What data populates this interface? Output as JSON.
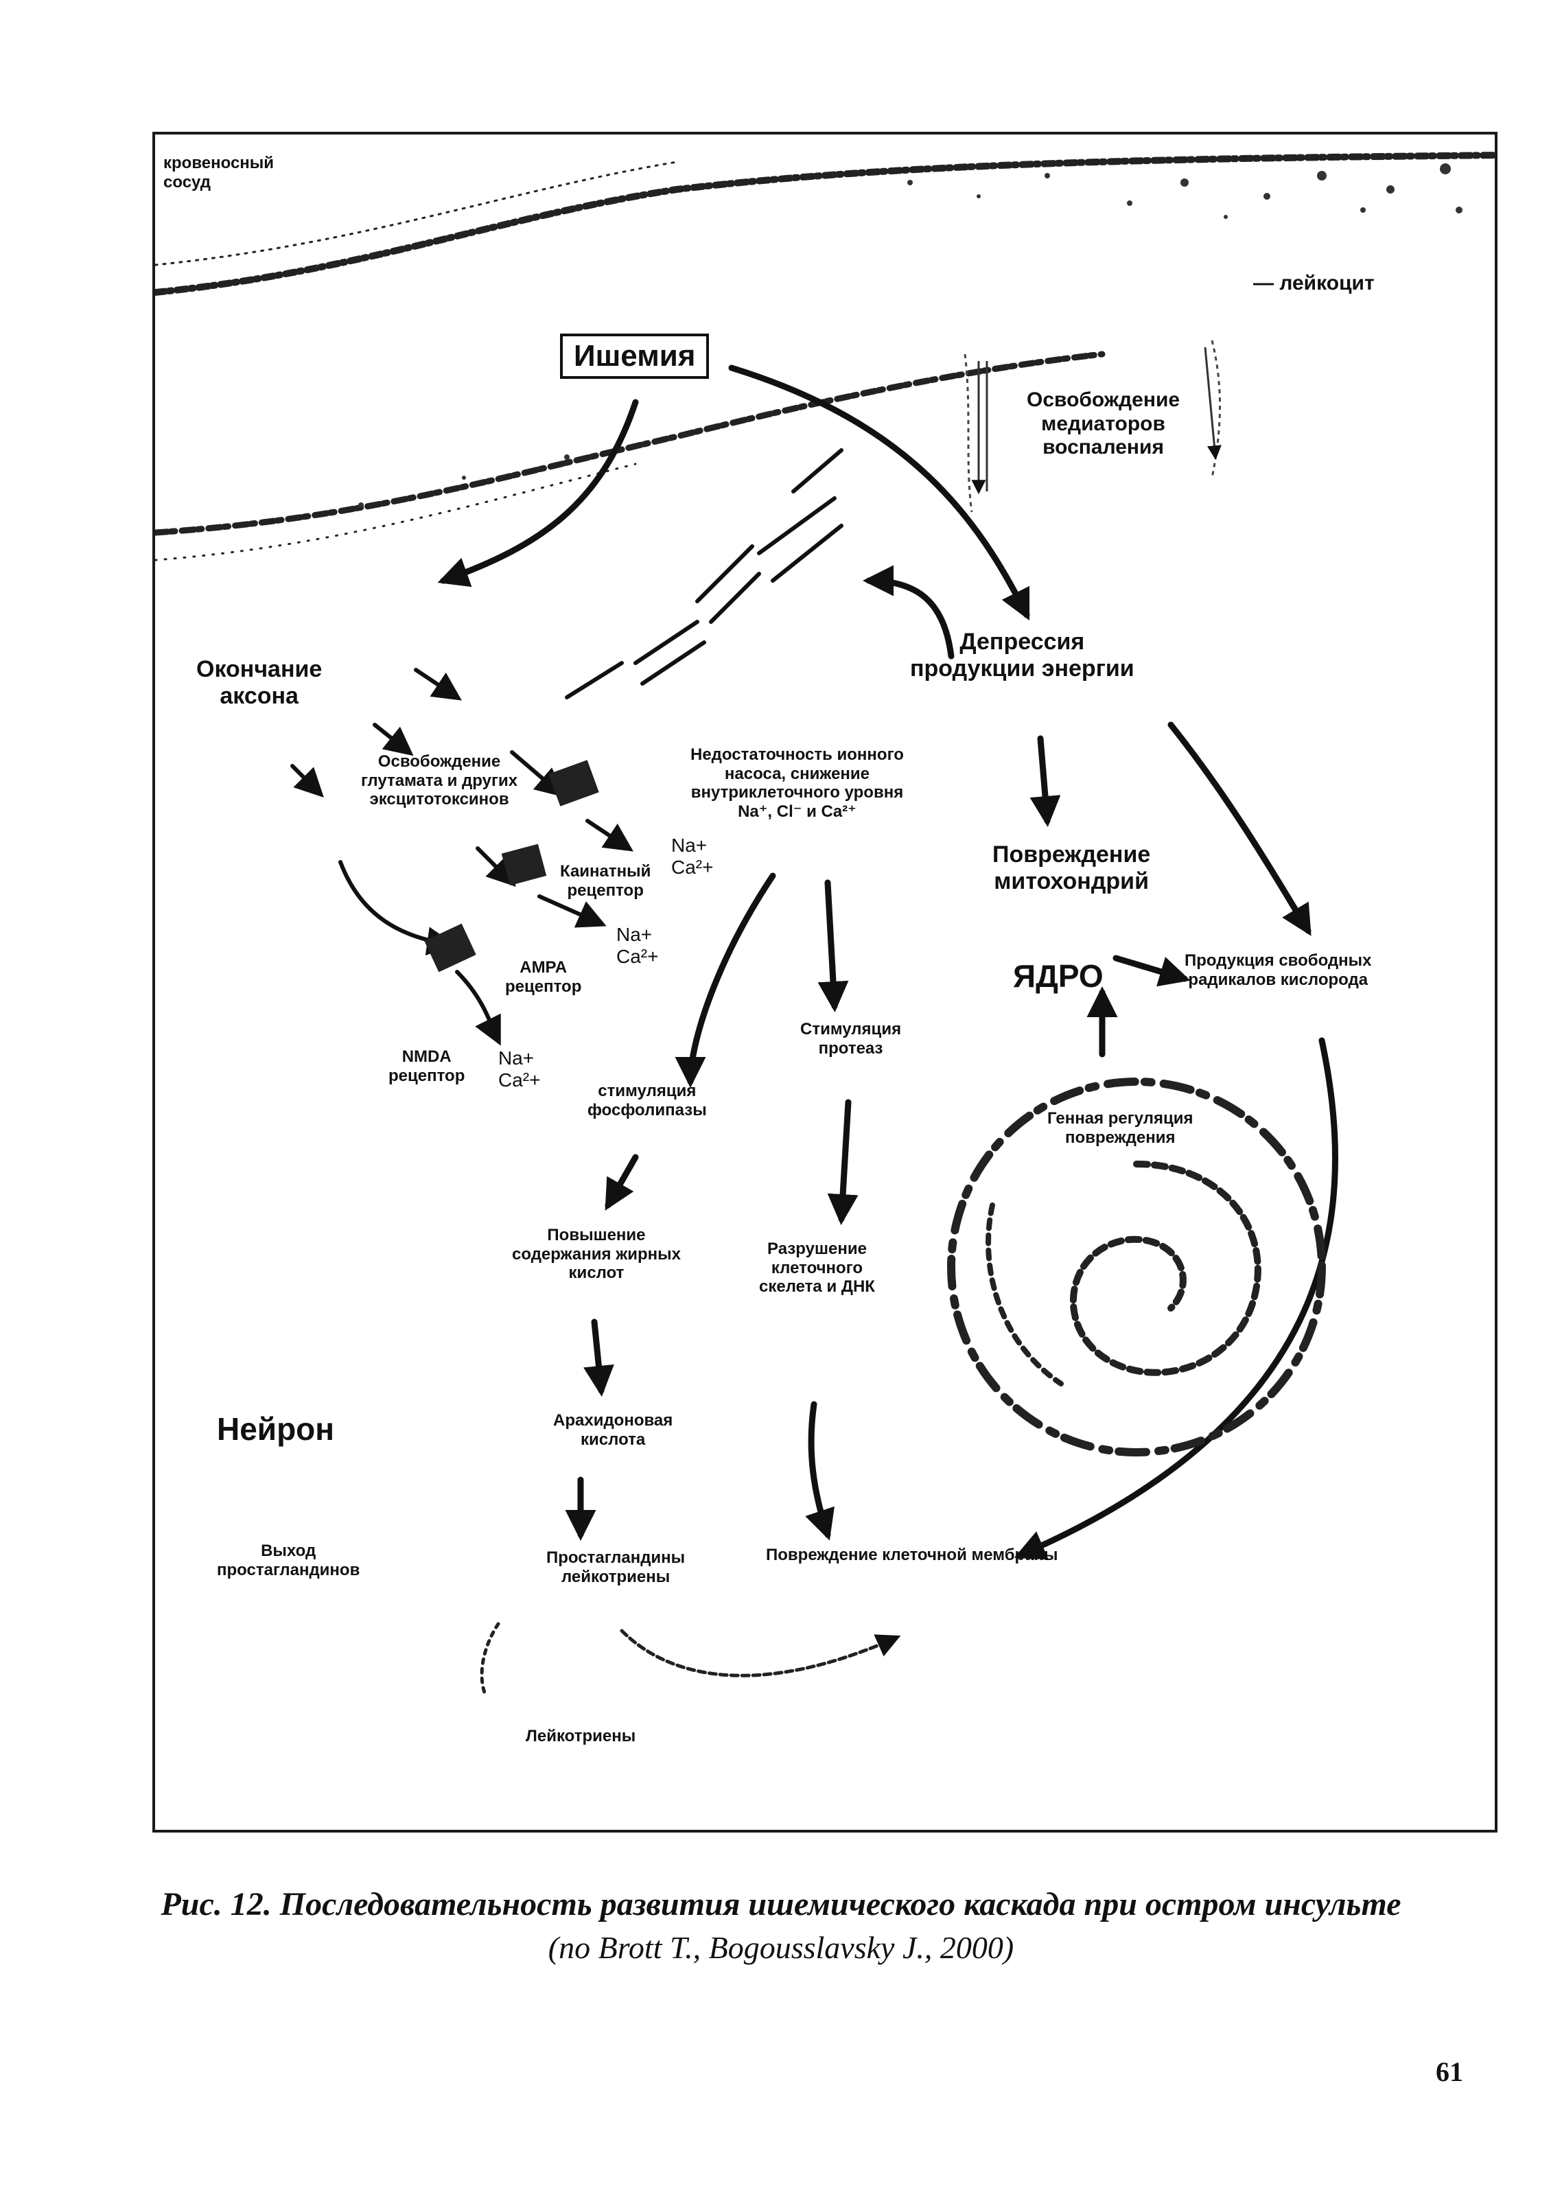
{
  "diagram": {
    "vessel_label": "кровеносный\nсосуд",
    "leukocyte_label": "— лейкоцит",
    "ischemia": "Ишемия",
    "inflammation": "Освобождение\nмедиаторов\nвоспаления",
    "axon_end": "Окончание\nаксона",
    "energy_depression": "Депрессия\nпродукции энергии",
    "glutamate": "Освобождение\nглутамата и других\nэксцитотоксинов",
    "ion_pump": "Недостаточность ионного\nнасоса, снижение\nвнутриклеточного уровня\nNa⁺, Cl⁻ и Ca²⁺",
    "ion_na_ca_1": "Na+\nCa²+",
    "kainate": "Каинатный\nрецептор",
    "ion_na_ca_2": "Na+\nCa²+",
    "ampa": "AMPA\nрецептор",
    "mito_damage": "Повреждение\nмитохондрий",
    "free_radicals": "Продукция свободных\nрадикалов кислорода",
    "nucleus": "ЯДРО",
    "nmda": "NMDA\nрецептор",
    "ion_na_ca_3": "Na+\nCa²+",
    "phospholipase": "стимуляция\nфосфолипазы",
    "protease": "Стимуляция\nпротеаз",
    "gene_regulation": "Генная регуляция\nповреждения",
    "fatty_acids": "Повышение\nсодержания жирных\nкислот",
    "skeleton_dna": "Разрушение\nклеточного\nскелета и ДНК",
    "neuron": "Нейрон",
    "arachidonic": "Арахидоновая\nкислота",
    "prostaglandin_exit": "Выход\nпростагландинов",
    "prostaglandins": "Простагландины\nлейкотриены",
    "membrane_damage": "Повреждение клеточной мембраны",
    "leukotrienes": "Лейкотриены"
  },
  "caption": {
    "title": "Рис. 12. Последовательность развития ишемического каскада при остром инсульте",
    "source": "(по Brott T., Bogousslavsky J., 2000)"
  },
  "page_number": "61",
  "colors": {
    "ink": "#111111",
    "paper": "#ffffff"
  }
}
